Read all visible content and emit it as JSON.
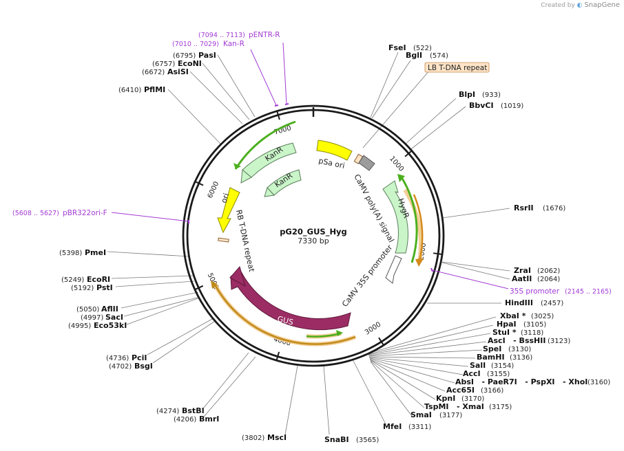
{
  "header": {
    "credit_prefix": "Created by",
    "credit_brand": "SnapGene"
  },
  "plasmid": {
    "name": "pG20_GUS_Hyg",
    "size_text": "7330 bp",
    "length": 7330
  },
  "colors": {
    "backbone": "#1a1a1a",
    "primer": "#a23ad4",
    "kanr": "#c9f5c9",
    "hygr": "#c9f5c9",
    "ori": "#ffff00",
    "psa_ori": "#ffff00",
    "gus": "#9b2d64",
    "promoter": "#ffffff",
    "terminator": "#9c9c9c",
    "orf_line": "#4caf1e",
    "orf_glow": "#f2c98a",
    "lb_fill": "#fde4c7",
    "lb_border": "#c8864a"
  },
  "ticks": [
    {
      "label": "1000",
      "pos": 1000
    },
    {
      "label": "2000",
      "pos": 2000
    },
    {
      "label": "3000",
      "pos": 3000
    },
    {
      "label": "4000",
      "pos": 4000
    },
    {
      "label": "5000",
      "pos": 5000
    },
    {
      "label": "6000",
      "pos": 6000
    },
    {
      "label": "7000",
      "pos": 7000
    }
  ],
  "sites": [
    {
      "name": "FseI",
      "pos_text": "(522)"
    },
    {
      "name": "BglI",
      "pos_text": "(574)"
    },
    {
      "name": "BlpI",
      "pos_text": "(933)"
    },
    {
      "name": "BbvCI",
      "pos_text": "(1019)"
    },
    {
      "name": "RsrII",
      "pos_text": "(1676)"
    },
    {
      "name": "ZraI",
      "pos_text": "(2062)"
    },
    {
      "name": "AatII",
      "pos_text": "(2064)"
    },
    {
      "name": "HindIII",
      "pos_text": "(2457)"
    },
    {
      "name": "XbaI *",
      "pos_text": "(3025)"
    },
    {
      "name": "HpaI",
      "pos_text": "(3105)"
    },
    {
      "name": "StuI *",
      "pos_text": "(3118)"
    },
    {
      "name": "AscI   - BssHII",
      "pos_text": "(3123)"
    },
    {
      "name": "SpeI",
      "pos_text": "(3130)"
    },
    {
      "name": "BamHI",
      "pos_text": "(3136)"
    },
    {
      "name": "SalI",
      "pos_text": "(3154)"
    },
    {
      "name": "AccI",
      "pos_text": "(3155)"
    },
    {
      "name": "AbsI   - PaeR7I   - PspXI   - XhoI",
      "pos_text": "(3160)"
    },
    {
      "name": "Acc65I",
      "pos_text": "(3166)"
    },
    {
      "name": "KpnI",
      "pos_text": "(3170)"
    },
    {
      "name": "TspMI   - XmaI",
      "pos_text": "(3175)"
    },
    {
      "name": "SmaI",
      "pos_text": "(3177)"
    },
    {
      "name": "MfeI",
      "pos_text": "(3311)"
    },
    {
      "name": "SnaBI",
      "pos_text": "(3565)"
    },
    {
      "name": "MscI",
      "pos_text": "(3802)"
    },
    {
      "name": "BmrI",
      "pos_text": "(4206)"
    },
    {
      "name": "BstBI",
      "pos_text": "(4274)"
    },
    {
      "name": "BsgI",
      "pos_text": "(4702)"
    },
    {
      "name": "PciI",
      "pos_text": "(4736)"
    },
    {
      "name": "Eco53kI",
      "pos_text": "(4995)"
    },
    {
      "name": "SacI",
      "pos_text": "(4997)"
    },
    {
      "name": "AflII",
      "pos_text": "(5050)"
    },
    {
      "name": "PstI",
      "pos_text": "(5192)"
    },
    {
      "name": "EcoRI",
      "pos_text": "(5249)"
    },
    {
      "name": "PmeI",
      "pos_text": "(5398)"
    },
    {
      "name": "PflMI",
      "pos_text": "(6410)"
    },
    {
      "name": "AsiSI",
      "pos_text": "(6672)"
    },
    {
      "name": "EcoNI",
      "pos_text": "(6757)"
    },
    {
      "name": "PasI",
      "pos_text": "(6795)"
    }
  ],
  "primers": [
    {
      "name": "pENTR-R",
      "range": "(7094 .. 7113)"
    },
    {
      "name": "Kan-R",
      "range": "(7010 .. 7029)"
    },
    {
      "name": "pBR322ori-F",
      "range": "(5608 .. 5627)"
    },
    {
      "name": "35S promoter",
      "range": "(2145 .. 2165)"
    }
  ],
  "features": {
    "lb_tdna": "LB T-DNA repeat",
    "psa_ori": "pSa ori",
    "camv_polya": "CaMV poly(A) signal",
    "hygr": "HygR",
    "camv_35s": "CaMV 35S promoter",
    "gus": "GUS",
    "rb_tdna": "RB T-DNA repeat",
    "ori": "ori",
    "kanr_outer": "KanR",
    "kanr_inner": "KanR"
  }
}
